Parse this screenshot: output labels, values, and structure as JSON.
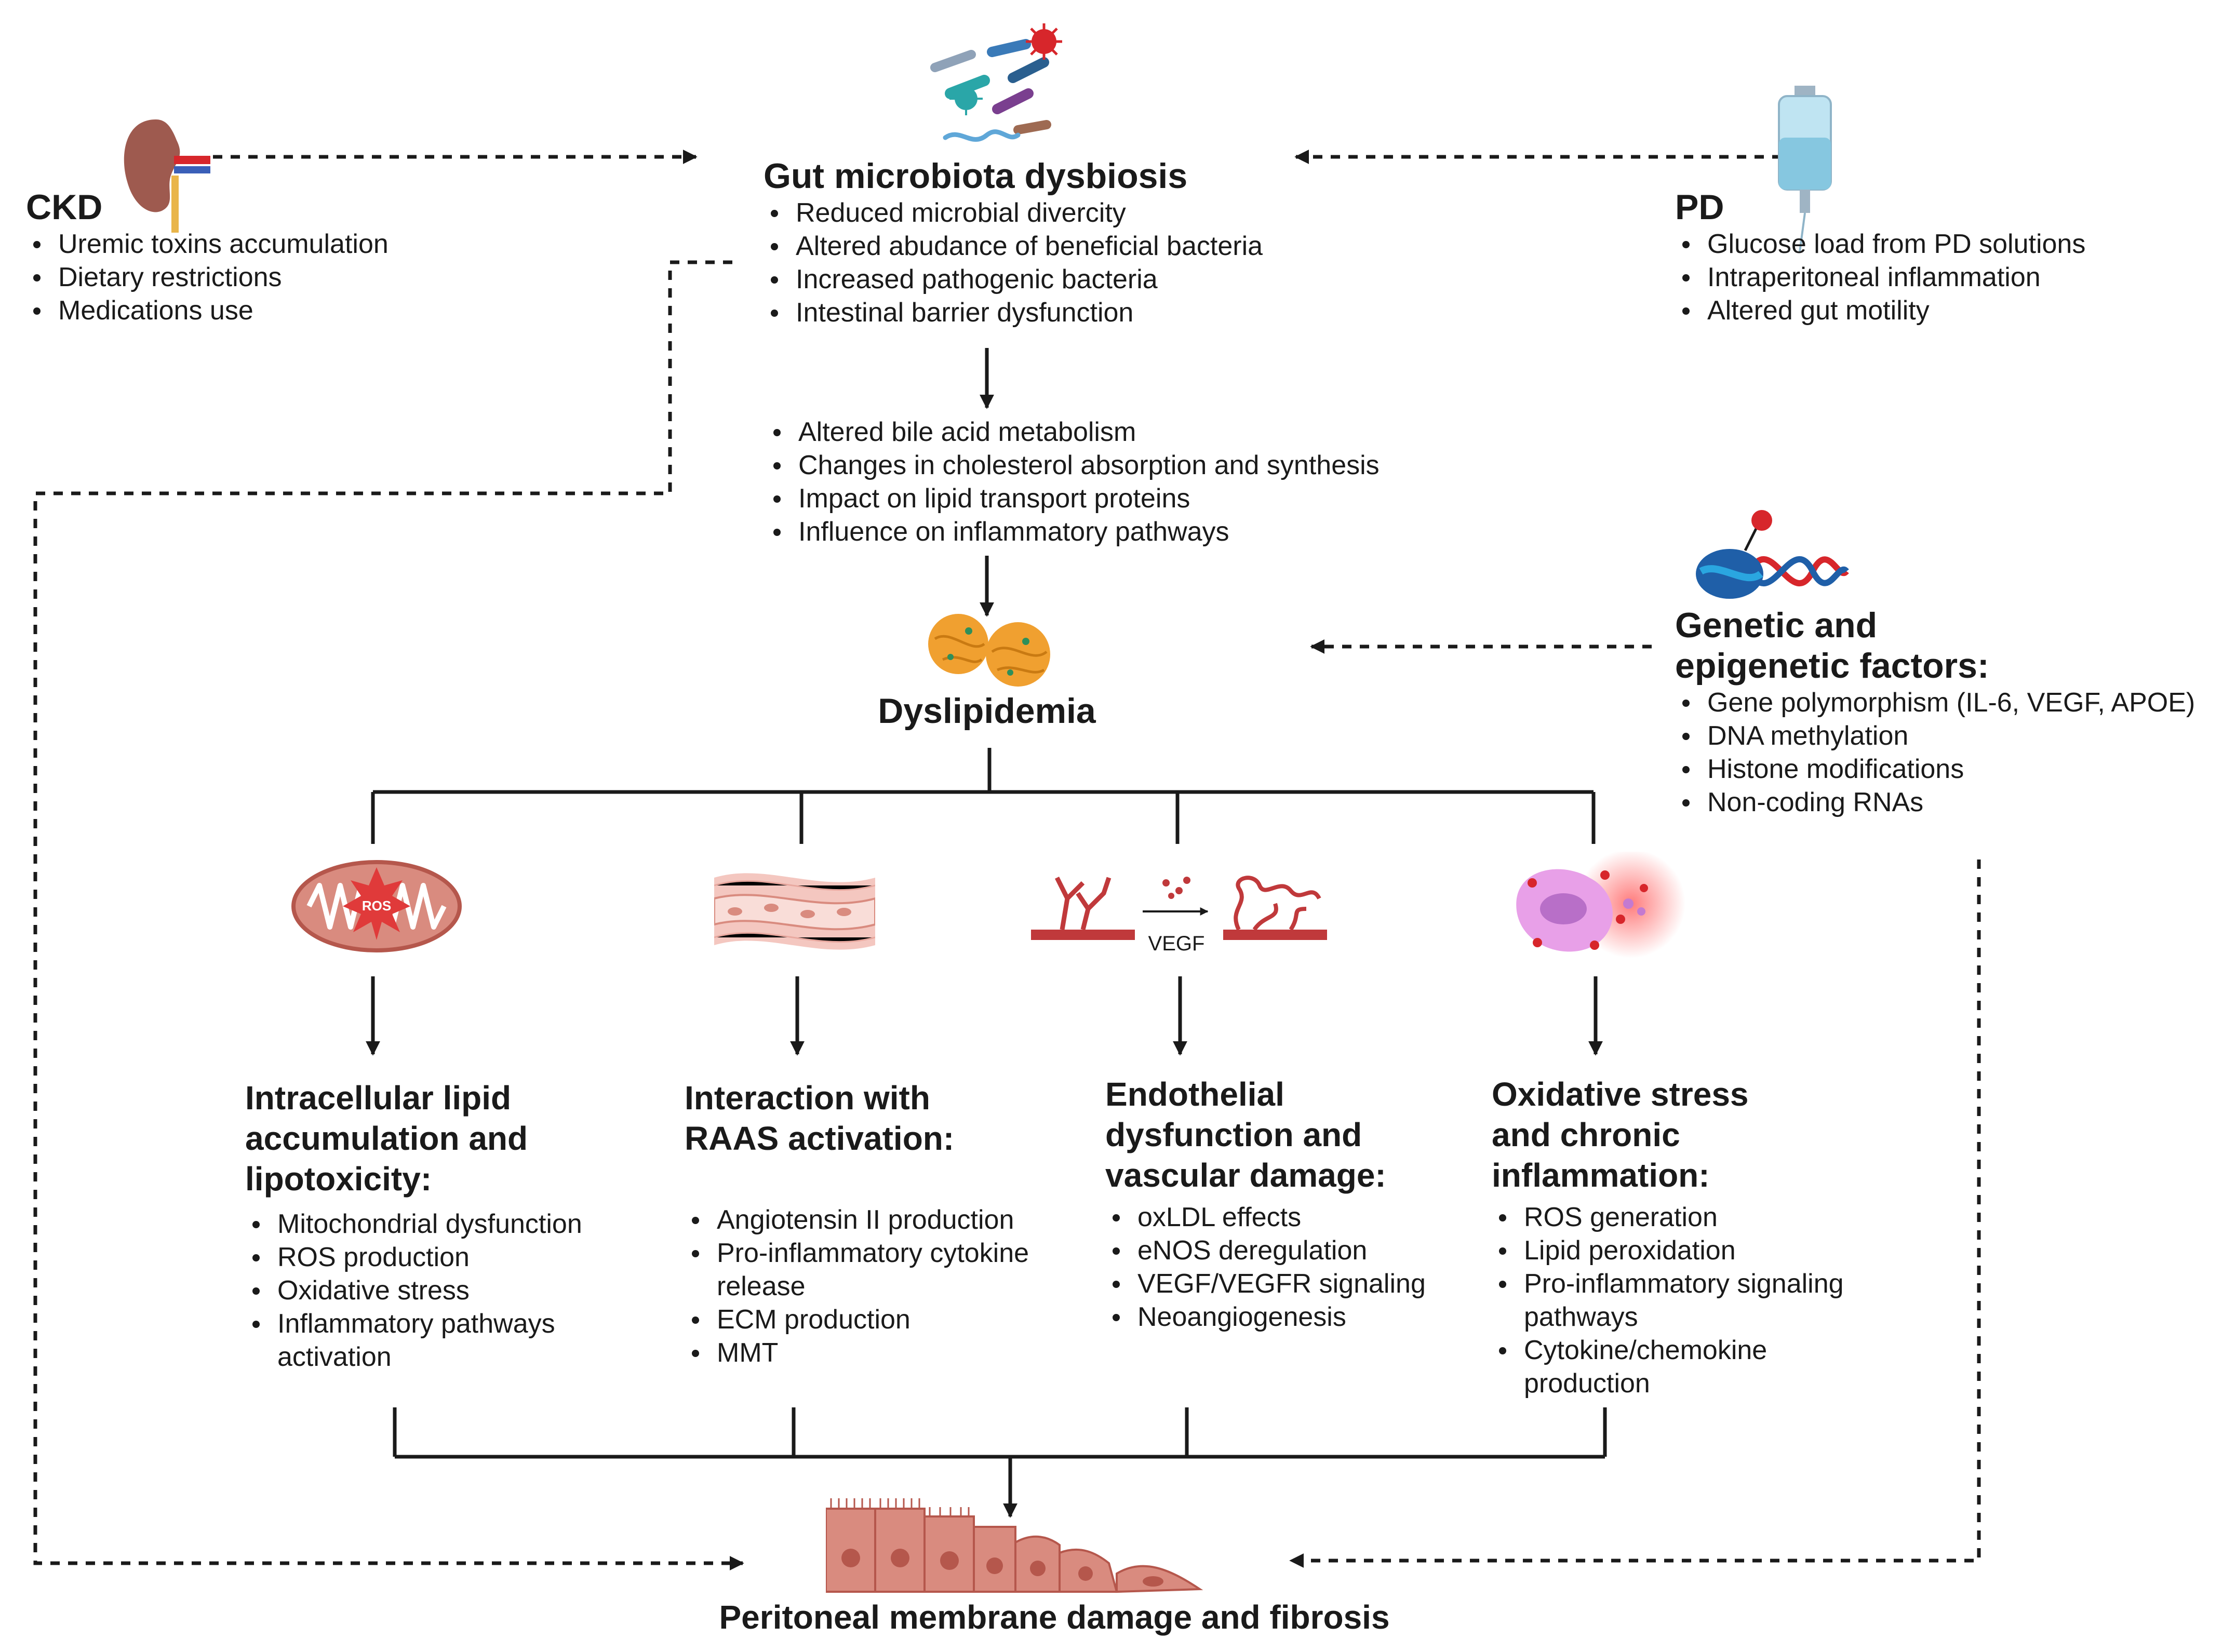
{
  "colors": {
    "text": "#1a1a1a",
    "line": "#1a1a1a",
    "tissue": "#d98b7f",
    "tissue_dark": "#b5574c",
    "vessel": "#c0393b",
    "kidney": "#9e5a4f",
    "lipid": "#f0a030",
    "iv_bag": "#bfe4f2",
    "dna_red": "#d7262b",
    "dna_blue": "#1f5fa8",
    "inflammation": "#e8a0e8"
  },
  "gut": {
    "title": "Gut microbiota dysbiosis",
    "bullets": [
      "Reduced microbial divercity",
      "Altered abudance of beneficial bacteria",
      "Increased pathogenic bacteria",
      "Intestinal barrier dysfunction"
    ],
    "effects": [
      "Altered bile acid metabolism",
      "Changes in cholesterol absorption and synthesis",
      "Impact on lipid transport proteins",
      "Influence on inflammatory pathways"
    ]
  },
  "ckd": {
    "title": "CKD",
    "bullets": [
      "Uremic toxins accumulation",
      "Dietary restrictions",
      "Medications use"
    ]
  },
  "pd": {
    "title": "PD",
    "bullets": [
      "Glucose load from PD solutions",
      "Intraperitoneal inflammation",
      "Altered gut motility"
    ]
  },
  "genetic": {
    "title_line1": "Genetic and",
    "title_line2": "epigenetic factors:",
    "bullets": [
      "Gene polymorphism (IL-6, VEGF, APOE)",
      "DNA methylation",
      "Histone modifications",
      "Non-coding RNAs"
    ]
  },
  "dyslipidemia": {
    "title": "Dyslipidemia"
  },
  "columns": [
    {
      "title_lines": [
        "Intracellular lipid",
        "accumulation and",
        "lipotoxicity:"
      ],
      "bullets": [
        "Mitochondrial dysfunction",
        "ROS production",
        "Oxidative stress",
        "Inflammatory pathways activation"
      ]
    },
    {
      "title_lines": [
        "Interaction with",
        "RAAS activation:"
      ],
      "bullets": [
        "Angiotensin II production",
        "Pro-inflammatory cytokine release",
        "ECM production",
        "MMT"
      ]
    },
    {
      "title_lines": [
        "Endothelial",
        "dysfunction and",
        "vascular damage:"
      ],
      "bullets": [
        "oxLDL effects",
        "eNOS deregulation",
        "VEGF/VEGFR signaling",
        "Neoangiogenesis"
      ]
    },
    {
      "title_lines": [
        "Oxidative stress",
        "and chronic",
        "inflammation:"
      ],
      "bullets": [
        "ROS generation",
        "Lipid peroxidation",
        "Pro-inflammatory signaling pathways",
        "Cytokine/chemokine production"
      ]
    }
  ],
  "icon_labels": {
    "ros": "ROS",
    "vegf": "VEGF"
  },
  "outcome": {
    "title": "Peritoneal membrane damage and fibrosis"
  }
}
